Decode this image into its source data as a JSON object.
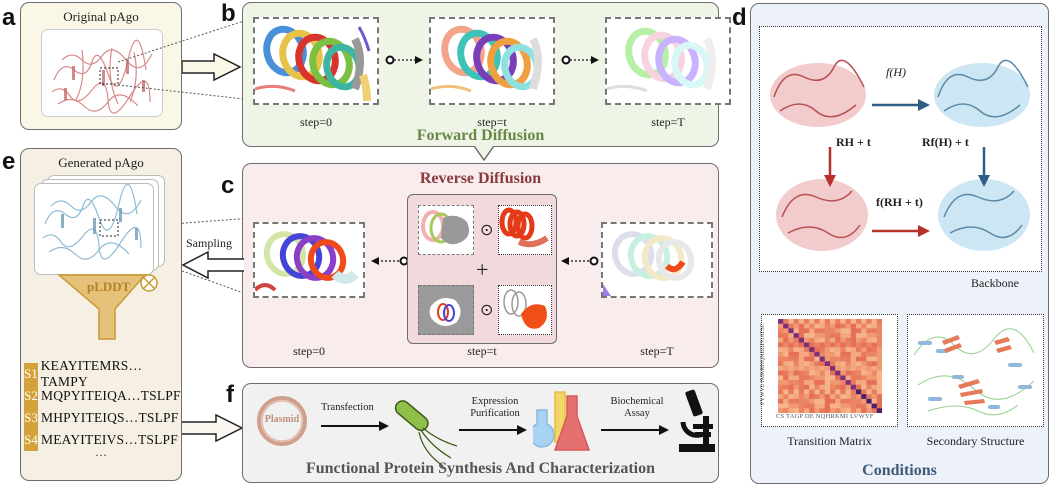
{
  "panels": {
    "a": {
      "letter": "a",
      "title": "Original pAgo"
    },
    "b": {
      "letter": "b",
      "title": "Forward Diffusion",
      "steps": [
        "step=0",
        "step=t",
        "step=T"
      ]
    },
    "c": {
      "letter": "c",
      "title": "Reverse Diffusion",
      "steps": [
        "step=0",
        "step=t",
        "step=T"
      ],
      "operators": {
        "hadamard": "⊙",
        "plus": "+"
      }
    },
    "d": {
      "letter": "d",
      "title": "Conditions",
      "backbone_label": "Backbone",
      "equivariance": {
        "top": "f(H)",
        "left": "RH + t",
        "right": "Rf(H) + t",
        "bottom": "f(RH + t)"
      },
      "transition_matrix_label": "Transition Matrix",
      "transition_matrix_axis": "CS TAGP DE NQHRKMI LVWYF",
      "transition_matrix_yaxis": "FYWVL IMKRHQNEDPGATSC",
      "secondary_structure_label": "Secondary Structure"
    },
    "e": {
      "letter": "e",
      "title": "Generated pAgo",
      "filter_label": "pLDDT",
      "sampling_label": "Sampling",
      "sequences": [
        {
          "id": "S1",
          "seq": "KEAYITEMRS…TAMPY"
        },
        {
          "id": "S2",
          "seq": "MQPYITEIQA…TSLPF"
        },
        {
          "id": "S3",
          "seq": "MHPYITEIQS…TSLPF"
        },
        {
          "id": "S4",
          "seq": "MEAYITEIVS…TSLPF"
        }
      ],
      "more": "…"
    },
    "f": {
      "letter": "f",
      "title": "Functional Protein Synthesis And Characterization",
      "plasmid_label": "Plasmid",
      "steps": [
        {
          "label": "Transfection"
        },
        {
          "label": "Expression\nPurification"
        },
        {
          "label": "Biochemical\nAssay"
        }
      ]
    }
  },
  "colors": {
    "panel_a_bg": "#faf7e6",
    "panel_b_bg": "#eef5e6",
    "panel_c_bg": "#f8eced",
    "panel_d_bg": "#edf2fa",
    "panel_e_bg": "#f6efe3",
    "panel_f_bg": "#f1f1f1",
    "red_arrow": "#b8302a",
    "blue_arrow": "#2e5d86",
    "filter_gold": "#d4a23a"
  }
}
